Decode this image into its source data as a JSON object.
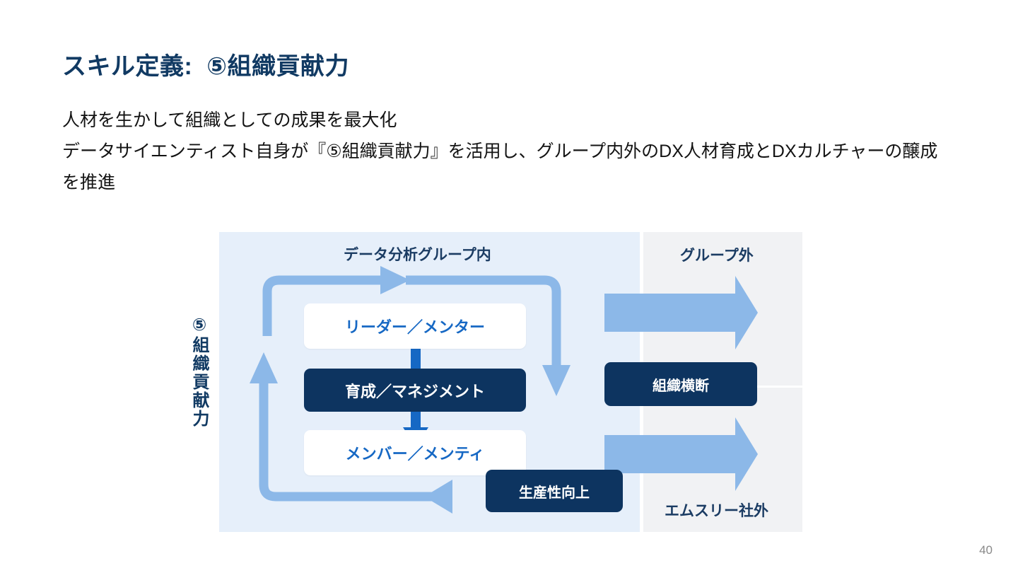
{
  "slide": {
    "title": "スキル定義:  ⑤組織貢献力",
    "body_lines": [
      "人材を生かして組織としての成果を最大化",
      "データサイエンティスト自身が『⑤組織貢献力』を活用し、グループ内外のDX人材育成とDXカルチャーの醸成を推進"
    ],
    "page_number": "40"
  },
  "diagram": {
    "side_label": "⑤組織貢献力",
    "panels": {
      "inside_group": "データ分析グループ内",
      "outside_group": "グループ外",
      "outside_company": "エムスリー社外"
    },
    "nodes": {
      "leader": "リーダー／メンター",
      "management": "育成／マネジメント",
      "member": "メンバー／メンティ",
      "cross_org": "組織横断",
      "productivity": "生産性向上"
    }
  },
  "colors": {
    "navy": "#0d3460",
    "title_navy": "#113a63",
    "accent_blue": "#1668c4",
    "arrow_blue": "#8cb8e8",
    "panel_blue": "#e6effa",
    "panel_gray": "#f1f2f4",
    "page_number_gray": "#8a8a8a"
  }
}
